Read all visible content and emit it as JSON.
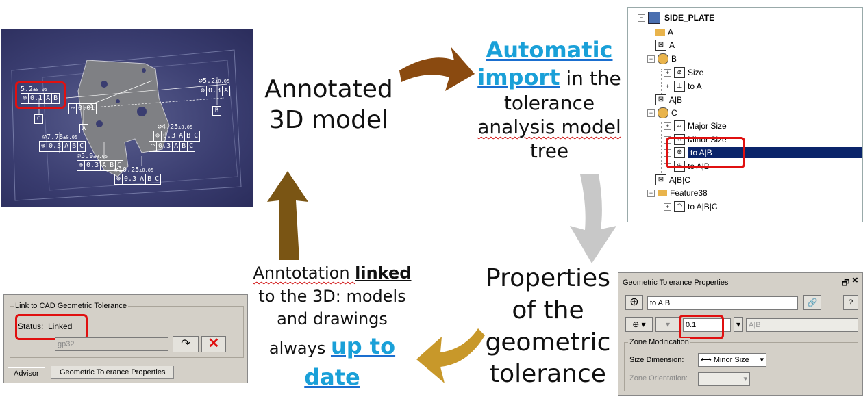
{
  "captions": {
    "annotated_line1": "Annotated",
    "annotated_line2": "3D model",
    "auto_highlight1": "Automatic",
    "auto_highlight2": "import",
    "auto_rest1": " in the",
    "auto_rest2": "tolerance",
    "auto_rest3": "analysis model",
    "auto_rest4": "tree",
    "props_line1": "Properties",
    "props_line2": "of the",
    "props_line3": "geometric",
    "props_line4": "tolerance",
    "linked_pre": "Anntotation ",
    "linked_bold": "linked",
    "linked_line2": "to the 3D: models",
    "linked_line3": "and drawings",
    "linked_line4": "always ",
    "linked_highlight1": "up to",
    "linked_highlight2": "date"
  },
  "model": {
    "fcf1_val": "5.2",
    "fcf1_tol": "±0.05",
    "fcf1_cells": [
      "⊕",
      "0.1",
      "A",
      "B"
    ],
    "flat_cells": [
      "▱",
      "0.01"
    ],
    "fcf2_val": "7.78",
    "fcf2_tol": "±0.05",
    "fcf2_cells": [
      "⊕",
      "0.3",
      "A",
      "B",
      "C"
    ],
    "fcf3_val": "5.9",
    "fcf3_tol": "±0.05",
    "fcf3_cells": [
      "⊕",
      "0.3",
      "A",
      "B",
      "C"
    ],
    "fcf4_val": "4.25",
    "fcf4_tol": "±0.05",
    "fcf4_cells": [
      "⊕",
      "0.3",
      "A",
      "B",
      "C"
    ],
    "fcf5_cells": [
      "◠",
      "0.3",
      "A",
      "B",
      "C"
    ],
    "fcf6_val": "10.25",
    "fcf6_tol": "±0.05",
    "fcf6_cells": [
      "⊕",
      "0.3",
      "A",
      "B",
      "C"
    ],
    "fcf7_val": "5.2",
    "fcf7_tol": "±0.05",
    "fcf7_cells": [
      "⊕",
      "0.3",
      "A"
    ],
    "datum_a": "A",
    "datum_b": "B",
    "datum_c": "C"
  },
  "tree": {
    "root": "SIDE_PLATE",
    "rows": [
      "A",
      "A",
      "B",
      "Size",
      "to A",
      "A|B",
      "C",
      "Major Size",
      "Minor Size",
      "to A|B",
      "to A|B",
      "A|B|C",
      "Feature38",
      "to A|B|C"
    ]
  },
  "props": {
    "title": "Geometric Tolerance Properties",
    "pin": "🗗",
    "close": "×",
    "name_value": "to A|B",
    "help": "?",
    "tol_value": "0.1",
    "datum_value": "A|B",
    "group": "Zone Modification",
    "size_label": "Size Dimension:",
    "size_value": "Minor Size",
    "orient_label": "Zone Orientation:"
  },
  "link": {
    "group": "Link to CAD Geometric Tolerance",
    "status_label": "Status:",
    "status_value": "Linked",
    "field_value": "gp32",
    "tab1": "Advisor",
    "tab2": "Geometric Tolerance Properties"
  },
  "colors": {
    "arrow_brown": "#8a4a10",
    "arrow_gray": "#c8c8c8",
    "arrow_gold": "#c8982a",
    "arrow_olive": "#7a5514",
    "highlight": "#1aa0d8",
    "selection": "#0a246a",
    "red": "#e01010"
  }
}
